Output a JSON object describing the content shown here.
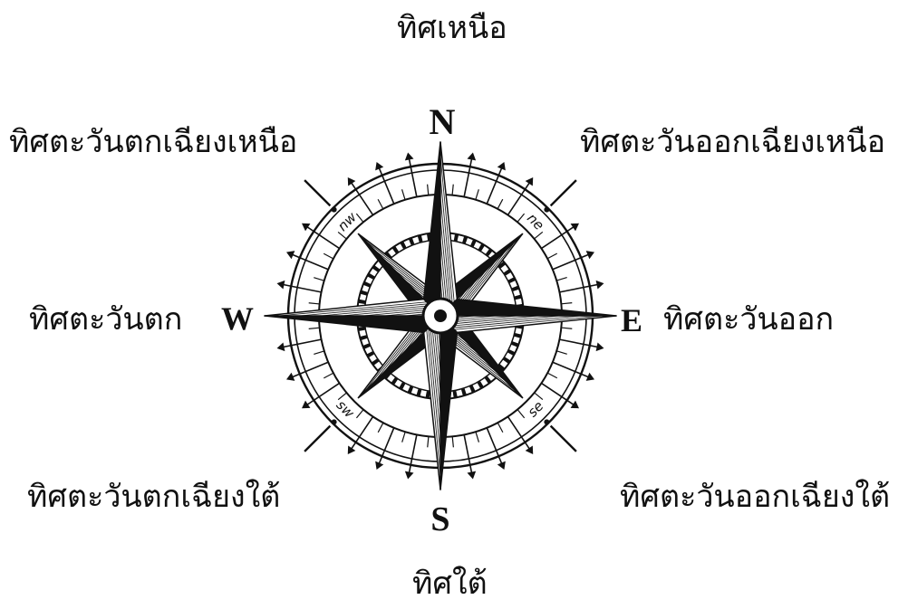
{
  "directions": {
    "north": "ทิศเหนือ",
    "northwest": "ทิศตะวันตกเฉียงเหนือ",
    "northeast": "ทิศตะวันออกเฉียงเหนือ",
    "west": "ทิศตะวันตก",
    "east": "ทิศตะวันออก",
    "southwest": "ทิศตะวันตกเฉียงใต้",
    "southeast": "ทิศตะวันออกเฉียงใต้",
    "south": "ทิศใต้"
  },
  "compass": {
    "cardinals": {
      "n": "N",
      "e": "E",
      "s": "S",
      "w": "W"
    },
    "intercardinals": {
      "nw": "nw",
      "ne": "ne",
      "sw": "sw",
      "se": "se"
    }
  },
  "colors": {
    "ink": "#111111",
    "paper": "#ffffff"
  }
}
